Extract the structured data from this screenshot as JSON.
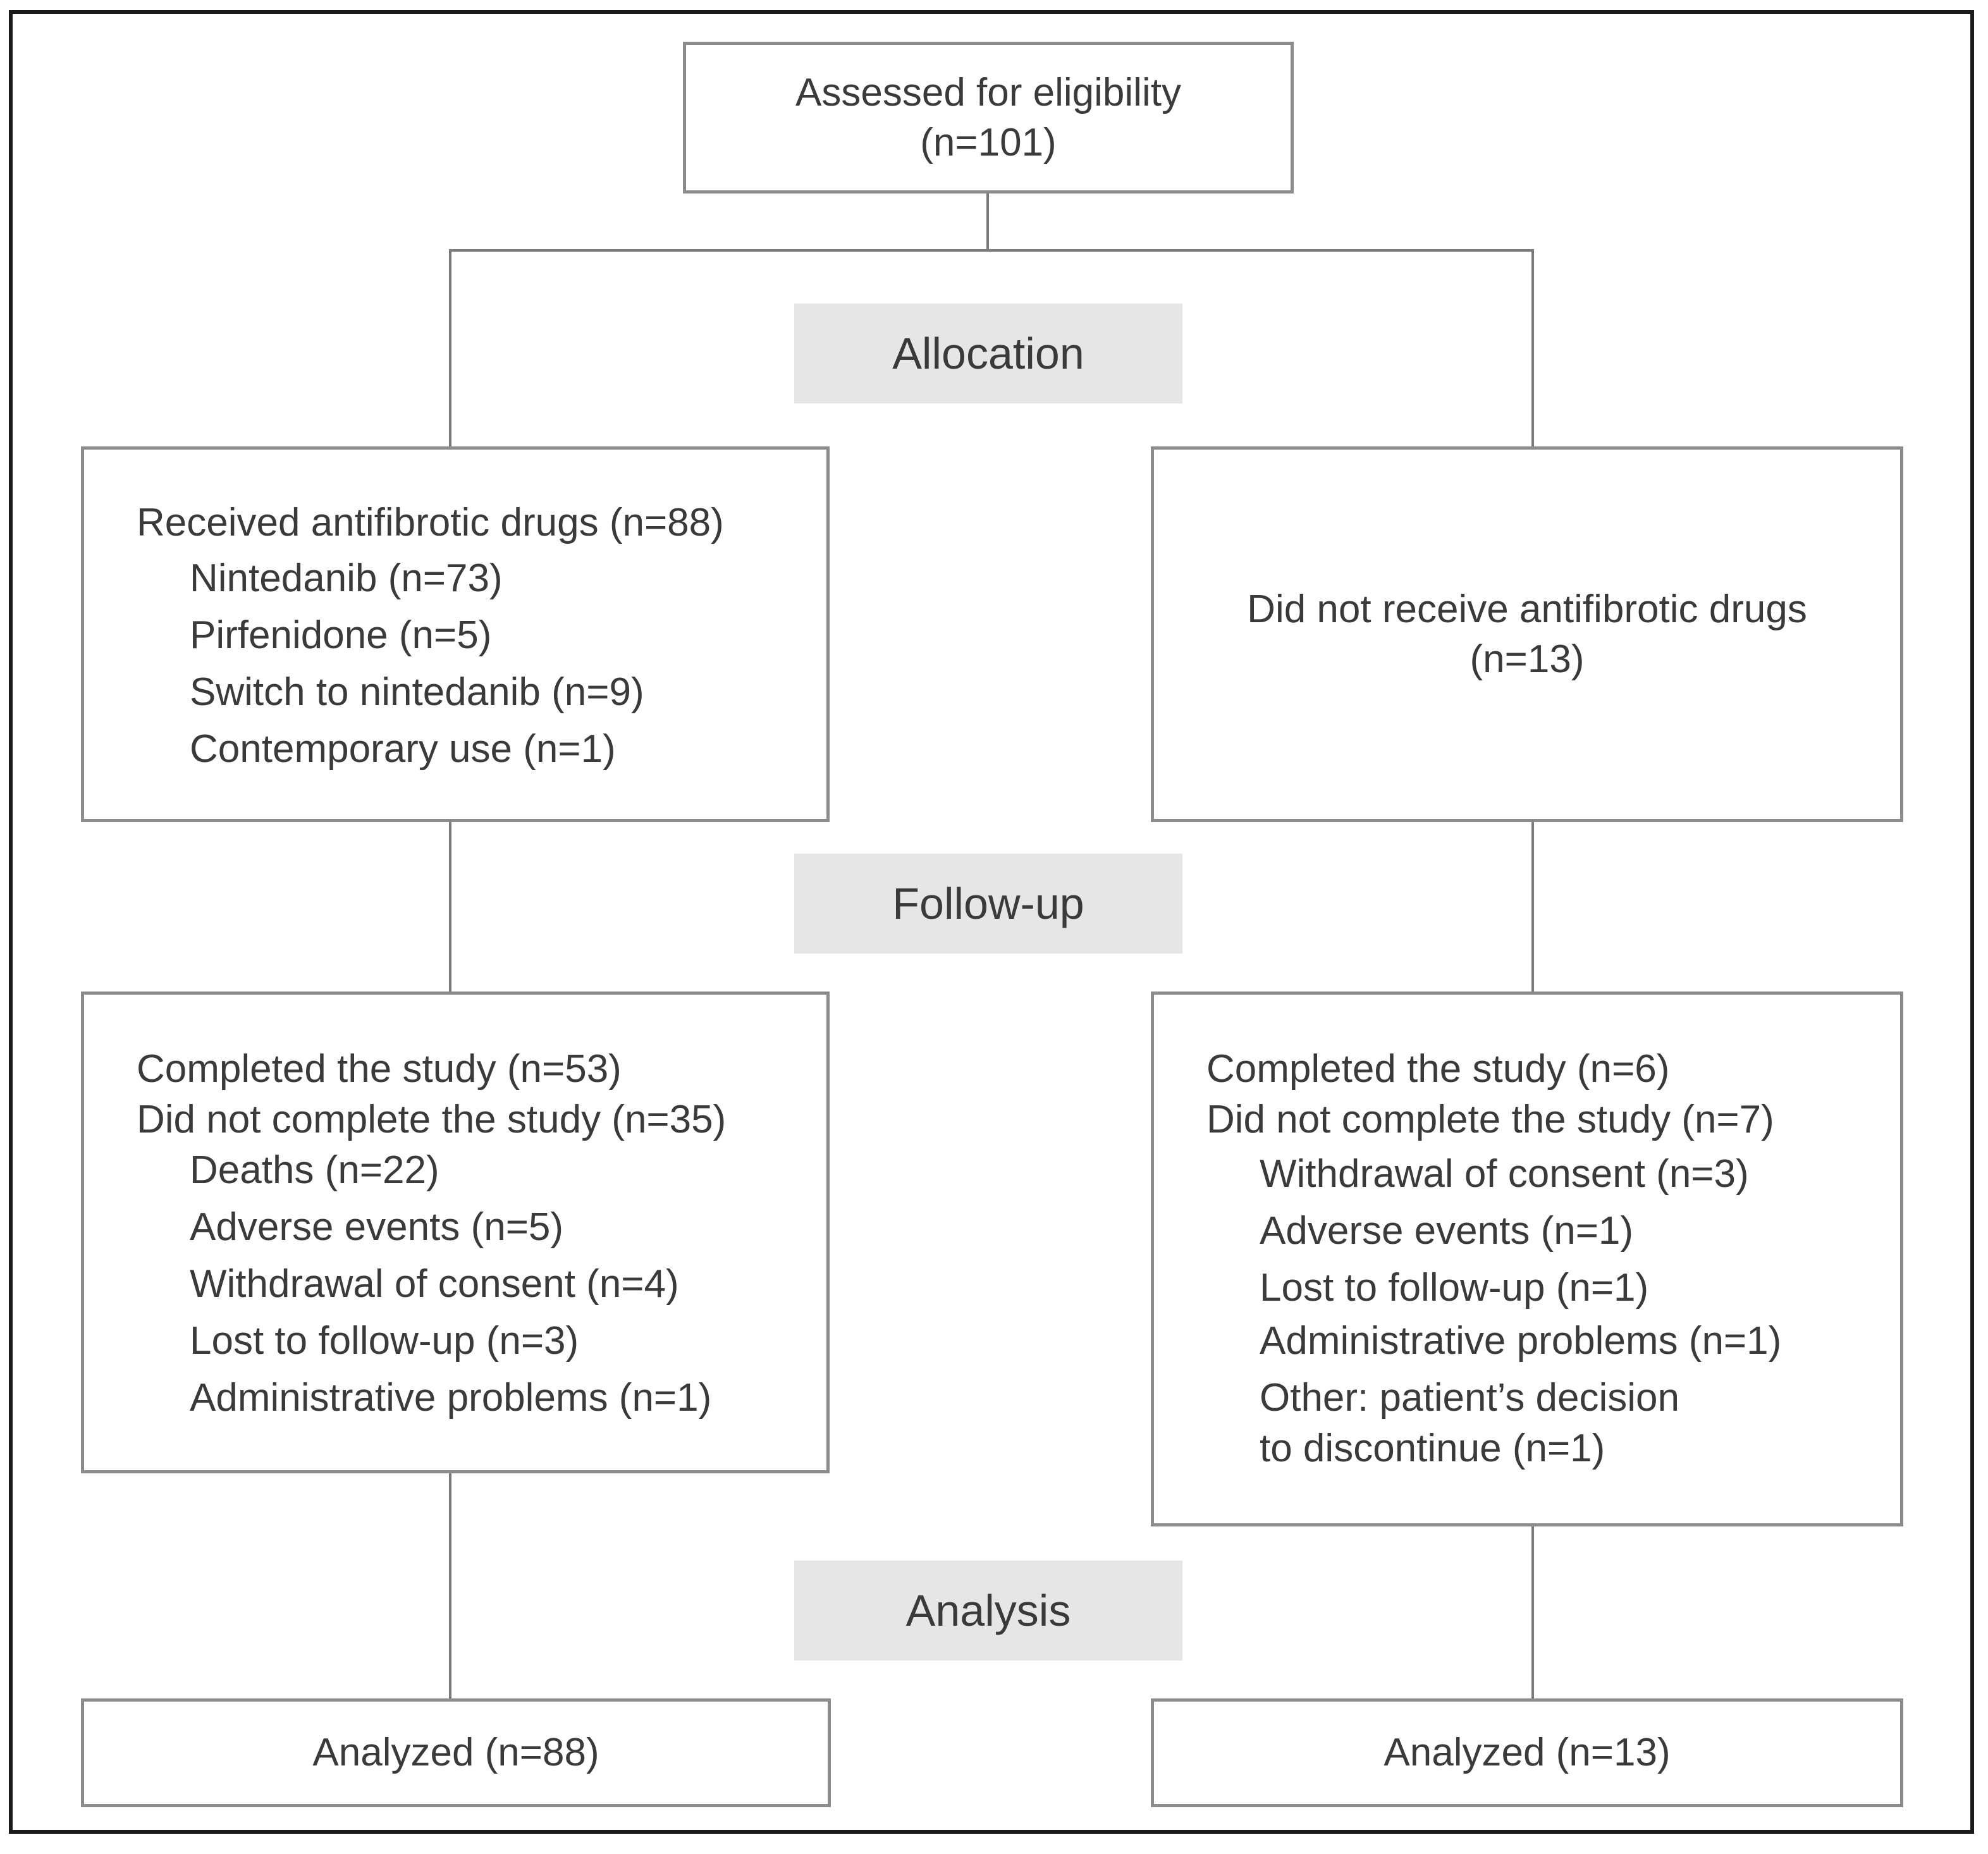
{
  "diagram": {
    "assessed": {
      "title": "Assessed for eligibility",
      "count": "(n=101)"
    },
    "stages": {
      "allocation": "Allocation",
      "follow_up": "Follow-up",
      "analysis": "Analysis"
    },
    "allocation_left": {
      "heading": "Received antifibrotic drugs (n=88)",
      "items": [
        "Nintedanib (n=73)",
        "Pirfenidone (n=5)",
        "Switch to nintedanib (n=9)",
        "Contemporary use (n=1)"
      ]
    },
    "allocation_right": {
      "heading": "Did not receive antifibrotic drugs",
      "count": "(n=13)"
    },
    "followup_left": {
      "completed": "Completed the study (n=53)",
      "not_completed": "Did not complete the study (n=35)",
      "reasons": [
        "Deaths (n=22)",
        "Adverse events (n=5)",
        "Withdrawal of consent (n=4)",
        "Lost to follow-up (n=3)",
        "Administrative problems (n=1)"
      ]
    },
    "followup_right": {
      "completed": "Completed the study (n=6)",
      "not_completed": "Did not complete the study (n=7)",
      "reasons": [
        "Withdrawal of consent (n=3)",
        "Adverse events (n=1)",
        "Lost to follow-up (n=1)",
        "Administrative problems (n=1)",
        "Other: patient’s decision",
        "to discontinue (n=1)"
      ]
    },
    "analysis_left": "Analyzed (n=88)",
    "analysis_right": "Analyzed (n=13)"
  }
}
